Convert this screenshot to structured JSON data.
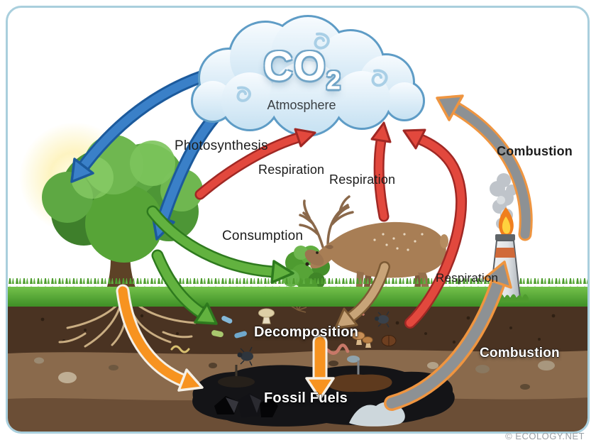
{
  "cloud": {
    "gas": "CO",
    "gas_subscript": "2",
    "label": "Atmosphere"
  },
  "processes": {
    "photosynthesis": "Photosynthesis",
    "respiration_plants": "Respiration",
    "respiration_animals": "Respiration",
    "respiration_soil": "Respiration",
    "consumption": "Consumption",
    "decomposition": "Decomposition",
    "fossil_fuels": "Fossil Fuels",
    "combustion_air": "Combustion",
    "combustion_underground": "Combustion"
  },
  "credit": "© ECOLOGY.NET",
  "colors": {
    "photosynthesis_arrow": "#3a80c8",
    "photosynthesis_outline": "#1c5a9c",
    "respiration_arrow": "#e2483d",
    "respiration_outline": "#a02824",
    "consumption_arrow": "#62b23f",
    "consumption_outline": "#2e7a1e",
    "decomposition_arrow": "#f79320",
    "decomposition_outline": "#f5f0e6",
    "combustion_arrow": "#8d9194",
    "combustion_outline": "#ef9540",
    "organic_matter_arrow": "#c8a478",
    "cloud_fill": "#d8ecf8",
    "cloud_outline": "#5e9cc6",
    "grass": "#55a230",
    "topsoil": "#4a3322",
    "subsoil": "#8a6a4c",
    "deep_soil": "#6b4e36",
    "fossil_deposit": "#141417",
    "panel_border": "#a9cfdd"
  }
}
